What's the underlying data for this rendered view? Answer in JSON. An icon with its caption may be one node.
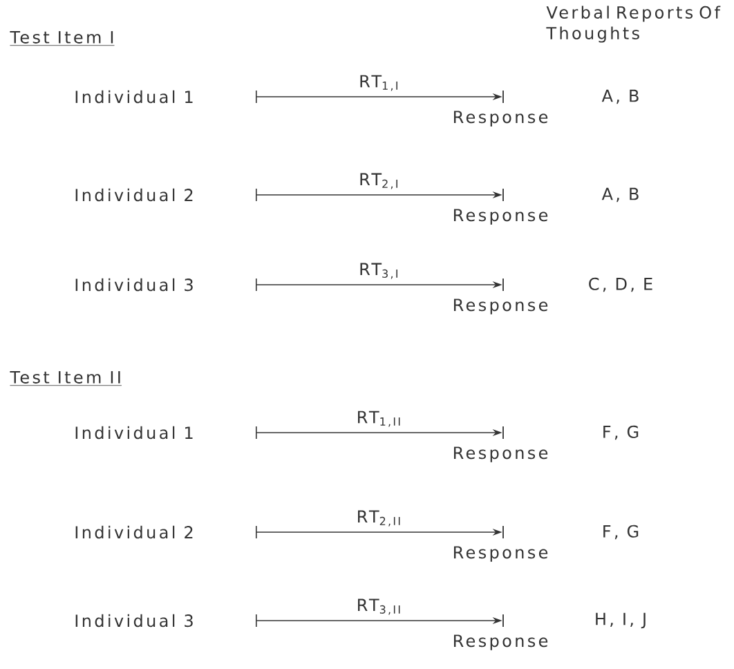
{
  "diagram": {
    "nodes": [
      {
        "text": [],
        "shape": "bar",
        "beside": [
          "Response"
        ]
      },
      {
        "text": [],
        "shape": "bar",
        "beside": [
          "Response"
        ]
      },
      {
        "text": [],
        "shape": "bar",
        "beside": [
          "Response"
        ]
      },
      {
        "text": [],
        "shape": "bar",
        "beside": [
          "Response"
        ]
      },
      {
        "text": [],
        "shape": "bar",
        "beside": [
          "Response"
        ]
      },
      {
        "text": [],
        "shape": "bar",
        "beside": [
          "Response"
        ]
      }
    ],
    "edges": [
      {
        "from": null,
        "to": 0,
        "arrow": "to",
        "label": "RT$_{1,I}$"
      },
      {
        "from": null,
        "to": 1,
        "arrow": "to",
        "label": "RT$_{2,I}$"
      },
      {
        "from": null,
        "to": 2,
        "arrow": "to",
        "label": "RT$_{3,I}$"
      },
      {
        "from": null,
        "to": 3,
        "arrow": "to",
        "label": "RT$_{1,II}$"
      },
      {
        "from": null,
        "to": 4,
        "arrow": "to",
        "label": "RT$_{2,II}$"
      },
      {
        "from": null,
        "to": 5,
        "arrow": "to",
        "label": "RT$_{3,II}$"
      }
    ],
    "labels": [
      "Verbal Reports Of Thoughts",
      "Test Item I",
      "Individual 1",
      "A, B",
      "Individual 2",
      "A, B",
      "Individual 3",
      "C, D, E",
      "Test Item II",
      "Individual 1",
      "F, G",
      "Individual 2",
      "F, G",
      "Individual 3",
      "H, I, J"
    ]
  }
}
